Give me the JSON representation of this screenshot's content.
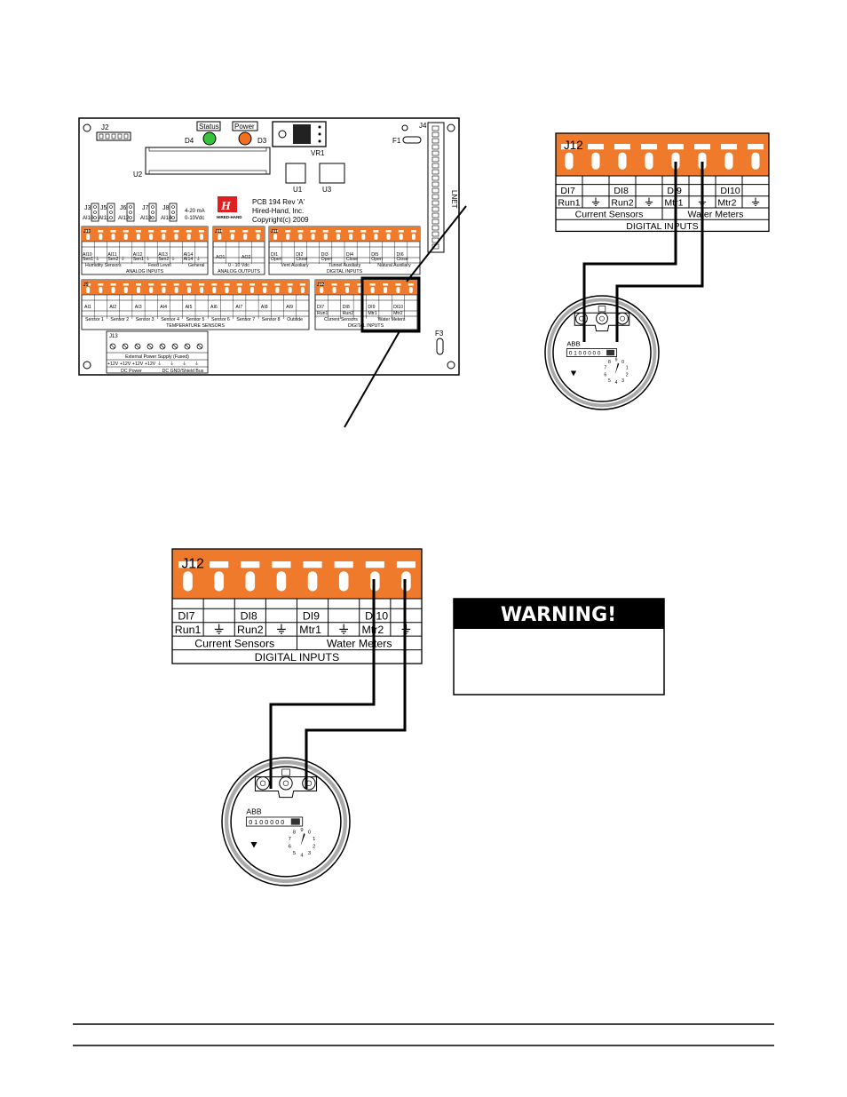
{
  "board": {
    "headers": [
      "J2",
      "J3",
      "J5",
      "J6",
      "J7",
      "J8",
      "J9",
      "J10",
      "J11",
      "J12",
      "J13",
      "J4"
    ],
    "leds": [
      {
        "label": "Status",
        "ref": "D4",
        "color": "#35c435"
      },
      {
        "label": "Power",
        "ref": "D3",
        "color": "#f07020"
      }
    ],
    "parts": {
      "vr": "VR1",
      "u1": "U1",
      "u2": "U2",
      "u3": "U3",
      "f1": "F1",
      "f3": "F3",
      "net": "LNET"
    },
    "jumpers": [
      "AI10",
      "AI11",
      "AI12",
      "AI13",
      "AI14"
    ],
    "jumper_modes": [
      "4-20 mA",
      "0-10Vdc"
    ],
    "info": [
      "PCB 194 Rev 'A'",
      "Hired-Hand, Inc.",
      "Copyright(c) 2009"
    ],
    "logo_text": "HIRED-HAND",
    "analog_inputs": {
      "terms": [
        "AI10",
        "",
        "AI11",
        "",
        "AI12",
        "",
        "AI13",
        "",
        "AI14",
        ""
      ],
      "subs": [
        "Sen1",
        "⏚",
        "Sen2",
        "⏚",
        "Sen1",
        "⏚",
        "Sen2",
        "⏚",
        "AI14",
        "⏚"
      ],
      "groups": [
        "Humidity Sensors",
        "Feed Level",
        "General"
      ],
      "title": "ANALOG INPUTS"
    },
    "analog_outputs": {
      "terms": [
        "AO1",
        "",
        "AO2",
        ""
      ],
      "group": "0 - 10 Vdc",
      "title": "ANALOG OUTPUTS"
    },
    "digital_inputs": {
      "terms": [
        "DI1",
        "DI2",
        "DI3",
        "DI4",
        "DI5",
        "DI6"
      ],
      "subs": [
        "Open",
        "Close",
        "Open",
        "Close",
        "Open",
        "Close"
      ],
      "groups": [
        "Vent Auxiliary",
        "Tunnel Auxiliary",
        "Natural Auxiliary"
      ],
      "title": "DIGITAL INPUTS"
    },
    "temperature": {
      "terms": [
        "AI1",
        "AI2",
        "AI3",
        "AI4",
        "AI5",
        "AI6",
        "AI7",
        "AI8",
        "AI9"
      ],
      "sensors": [
        "Sensor 1",
        "Sensor 2",
        "Sensor 3",
        "Sensor 4",
        "Sensor 5",
        "Sensor 6",
        "Sensor 7",
        "Sensor 8",
        "Outside"
      ],
      "title": "TEMPERATURE SENSORS"
    },
    "j12_small": {
      "terms": [
        "DI7",
        "DI8",
        "DI9",
        "DI10"
      ],
      "subs": [
        "Run1",
        "Run2",
        "Mtr1",
        "Mtr2"
      ],
      "groups": [
        "Current Sensors",
        "Water Meters"
      ],
      "title": "DIGITAL INPUTS"
    },
    "power": {
      "title": "External Power Supply (Fused)",
      "terms": [
        "+12V",
        "+12V",
        "+12V",
        "+12V",
        "⏚",
        "⏚",
        "⏚",
        "⏚"
      ],
      "groups": [
        "DC Power",
        "DC GND/Shield Bus"
      ]
    }
  },
  "terminal_block": {
    "header": "J12",
    "terms_top": [
      "DI7",
      "",
      "DI8",
      "",
      "DI9",
      "",
      "DI10",
      ""
    ],
    "terms_bottom": [
      "Run1",
      "⏚",
      "Run2",
      "⏚",
      "Mtr1",
      "⏚",
      "Mtr2",
      "⏚"
    ],
    "groups": [
      "Current Sensors",
      "Water Meters"
    ],
    "title": "DIGITAL INPUTS"
  },
  "meter": {
    "brand": "ABB",
    "digits": "0 1 0 0 0 0 0",
    "dial": [
      "9",
      "0",
      "1",
      "2",
      "3",
      "4",
      "5",
      "6",
      "7",
      "8"
    ]
  },
  "warning": {
    "title": "WARNING!"
  }
}
